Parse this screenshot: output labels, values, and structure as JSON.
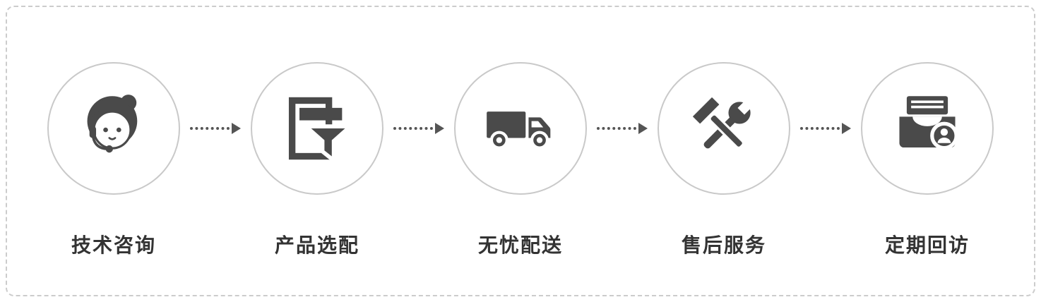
{
  "panel": {
    "border_style": "dashed",
    "border_color": "#cccccc",
    "background": "#ffffff"
  },
  "colors": {
    "icon": "#4a4a4a",
    "circle_border": "#c9c9c9",
    "label_text": "#333333",
    "arrow": "#555555"
  },
  "steps": [
    {
      "label": "技术咨询",
      "icon": "customer-service-agent-icon"
    },
    {
      "label": "产品选配",
      "icon": "product-filter-form-icon"
    },
    {
      "label": "无忧配送",
      "icon": "delivery-truck-icon"
    },
    {
      "label": "售后服务",
      "icon": "hammer-wrench-icon"
    },
    {
      "label": "定期回访",
      "icon": "archive-revisit-icon"
    }
  ]
}
